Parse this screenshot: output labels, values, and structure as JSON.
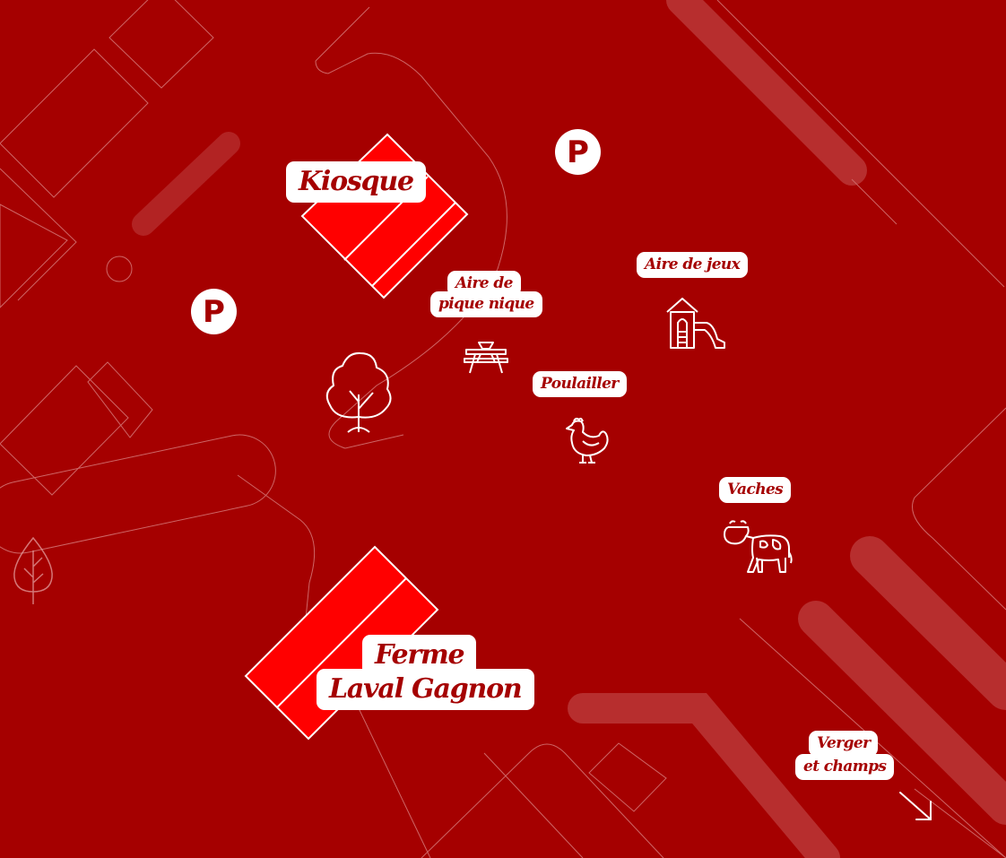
{
  "colors": {
    "background": "#a50000",
    "building": "#ff0000",
    "outline": "#ffffff",
    "label_text": "#a50000"
  },
  "labels": {
    "kiosque": "Kiosque",
    "ferme_line1": "Ferme",
    "ferme_line2": "Laval Gagnon",
    "aire_pique_line1": "Aire de",
    "aire_pique_line2": "pique nique",
    "aire_jeux": "Aire de jeux",
    "poulailler": "Poulailler",
    "vaches": "Vaches",
    "verger_line1": "Verger",
    "verger_line2": "et champs"
  },
  "parking": {
    "symbol": "P"
  },
  "icons": {
    "tree": "tree-icon",
    "small_tree": "small-tree-icon",
    "picnic_table": "picnic-table-icon",
    "playground": "playground-icon",
    "chicken": "chicken-icon",
    "cow": "cow-icon",
    "arrow": "arrow-down-right-icon"
  }
}
